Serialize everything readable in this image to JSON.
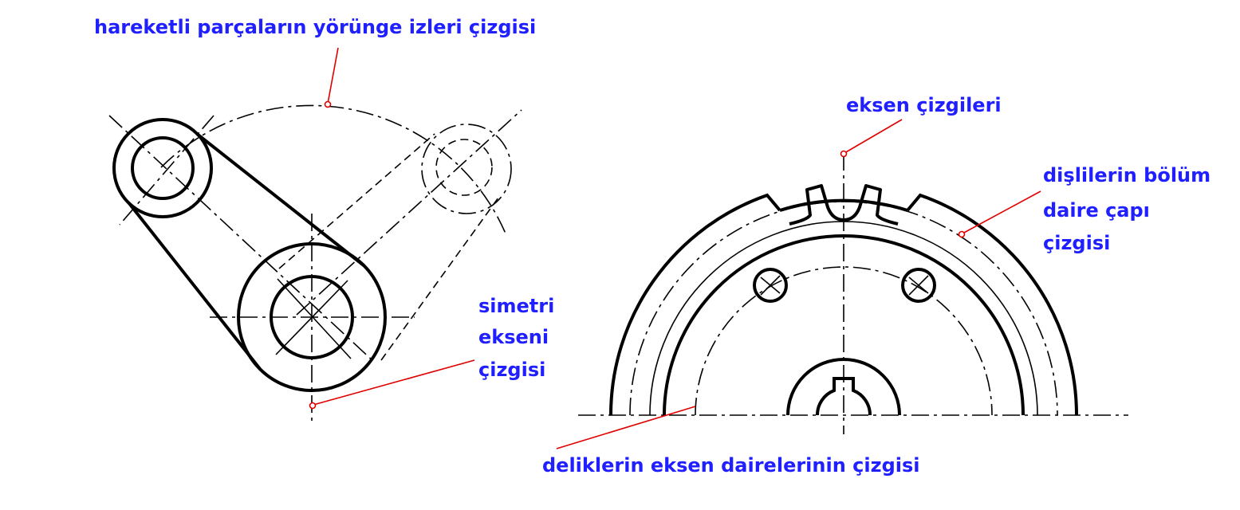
{
  "labels": {
    "trajectory": "hareketli parçaların yörünge izleri çizgisi",
    "symmetry_1": "simetri",
    "symmetry_2": "ekseni",
    "symmetry_3": "çizgisi",
    "axes": "eksen çizgileri",
    "pitch_1": "dişlilerin bölüm",
    "pitch_2": "daire çapı",
    "pitch_3": "çizgisi",
    "holes": "deliklerin eksen dairelerinin çizgisi"
  },
  "colors": {
    "label": "#1f1fff",
    "leader": "#e00000",
    "line": "#000000"
  }
}
